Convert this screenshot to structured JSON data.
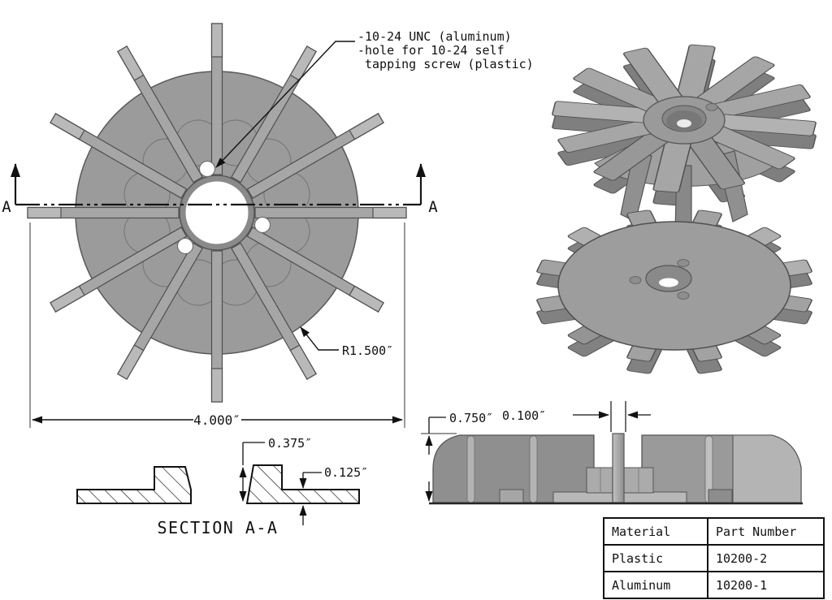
{
  "front_view": {
    "callout_line1": "-10-24 UNC (aluminum)",
    "callout_line2": "-hole for 10-24 self",
    "callout_line3": "tapping screw (plastic)",
    "radius_dim": "R1.500″",
    "overall_dim": "4.000″",
    "section_label_left": "A",
    "section_label_right": "A"
  },
  "section_view": {
    "title": "SECTION A-A",
    "hub_height_dim": "0.375″",
    "plate_thickness_dim": "0.125″"
  },
  "side_view": {
    "overall_height_dim": "0.750″",
    "blade_thickness_dim": "0.100″"
  },
  "parts_table": {
    "headers": [
      "Material",
      "Part Number"
    ],
    "rows": [
      [
        "Plastic",
        "10200-2"
      ],
      [
        "Aluminum",
        "10200-1"
      ]
    ]
  },
  "colors": {
    "part_gray": "#9b9b9b",
    "blade_gray": "#a6a6a6",
    "line_black": "#151515",
    "edge_gray": "#4f4f4f"
  }
}
